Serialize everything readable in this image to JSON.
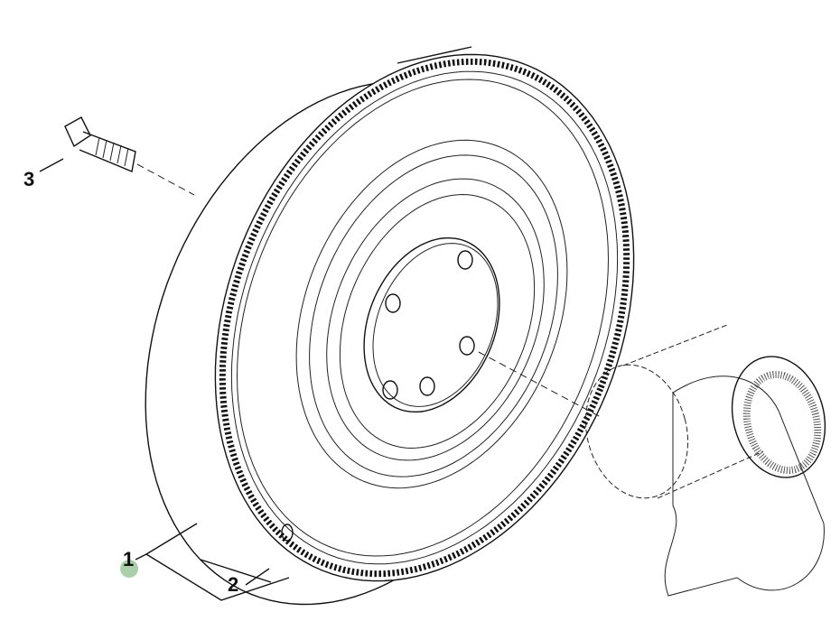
{
  "diagram": {
    "callouts": [
      {
        "number": "1",
        "part": "flywheel"
      },
      {
        "number": "2",
        "part": "ring-gear"
      },
      {
        "number": "3",
        "part": "bolt"
      }
    ],
    "highlight_color": "#8fbf8f",
    "line_color": "#111111"
  }
}
